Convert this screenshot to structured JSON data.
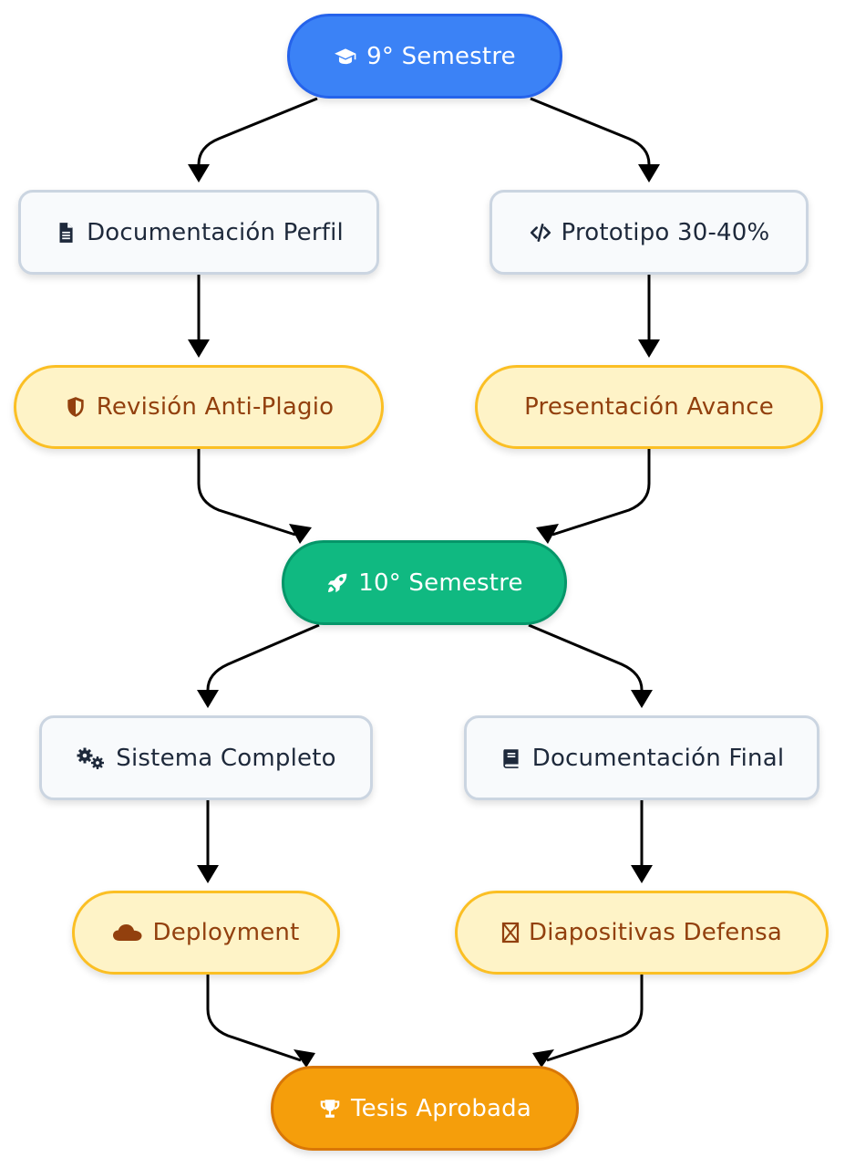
{
  "diagram": {
    "nodes": {
      "sem9": {
        "label": "9° Semestre",
        "icon": "graduation-cap-icon"
      },
      "doc_perfil": {
        "label": "Documentación Perfil",
        "icon": "file-text-icon"
      },
      "prototipo": {
        "label": "Prototipo 30-40%",
        "icon": "code-icon"
      },
      "anti_plagio": {
        "label": "Revisión Anti-Plagio",
        "icon": "shield-icon"
      },
      "avance": {
        "label": "Presentación Avance",
        "icon": ""
      },
      "sem10": {
        "label": "10° Semestre",
        "icon": "rocket-icon"
      },
      "sistema": {
        "label": "Sistema Completo",
        "icon": "gears-icon"
      },
      "doc_final": {
        "label": "Documentación Final",
        "icon": "book-icon"
      },
      "deployment": {
        "label": "Deployment",
        "icon": "cloud-icon"
      },
      "diapositivas": {
        "label": "Diapositivas Defensa",
        "icon": "missing-glyph-icon"
      },
      "tesis": {
        "label": "Tesis Aprobada",
        "icon": "trophy-icon"
      }
    },
    "edges": [
      {
        "from": "9° Semestre",
        "to": "Documentación Perfil"
      },
      {
        "from": "9° Semestre",
        "to": "Prototipo 30-40%"
      },
      {
        "from": "Documentación Perfil",
        "to": "Revisión Anti-Plagio"
      },
      {
        "from": "Prototipo 30-40%",
        "to": "Presentación Avance"
      },
      {
        "from": "Revisión Anti-Plagio",
        "to": "10° Semestre"
      },
      {
        "from": "Presentación Avance",
        "to": "10° Semestre"
      },
      {
        "from": "10° Semestre",
        "to": "Sistema Completo"
      },
      {
        "from": "10° Semestre",
        "to": "Documentación Final"
      },
      {
        "from": "Sistema Completo",
        "to": "Deployment"
      },
      {
        "from": "Documentación Final",
        "to": "Diapositivas Defensa"
      },
      {
        "from": "Deployment",
        "to": "Tesis Aprobada"
      },
      {
        "from": "Diapositivas Defensa",
        "to": "Tesis Aprobada"
      }
    ],
    "colors": {
      "semester_blue": "#3b82f6",
      "semester_green": "#10b981",
      "task_bg": "#f8fafc",
      "task_border": "#cbd5e1",
      "milestone_bg": "#fef3c7",
      "milestone_border": "#fbbf24",
      "milestone_text": "#92400e",
      "final_bg": "#f59e0b",
      "edge": "#000000"
    }
  }
}
